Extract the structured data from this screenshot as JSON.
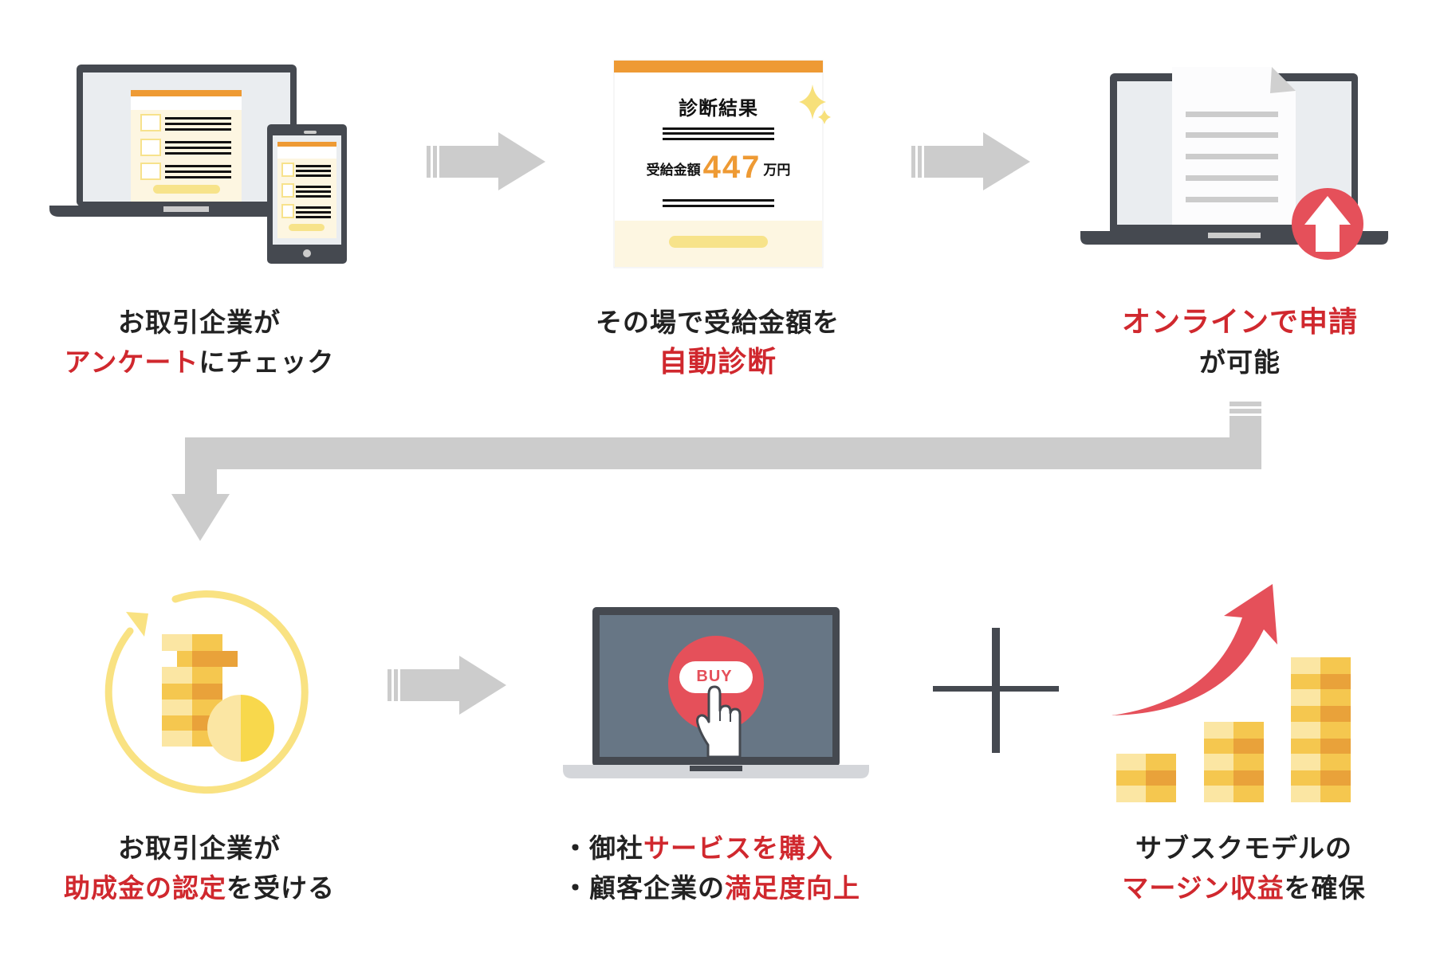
{
  "colors": {
    "accent_red": "#d0282e",
    "text_dark": "#222222",
    "arrow_gray": "#cccccc",
    "device_dark": "#454950",
    "screen_light": "#eaedf0",
    "orange": "#ee9a34",
    "yellow_light": "#fbe6a3",
    "yellow_mid": "#f5c74f",
    "yellow_dark": "#e9a23a",
    "icon_red": "#e5505a"
  },
  "steps": [
    {
      "id": "survey",
      "icon": "laptop-and-phone-survey-icon",
      "line1": [
        {
          "text": "お取引企業が",
          "highlight": false
        }
      ],
      "line2": [
        {
          "text": "アンケート",
          "highlight": true
        },
        {
          "text": "にチェック",
          "highlight": false
        }
      ]
    },
    {
      "id": "diagnosis",
      "icon": "diagnosis-result-card-icon",
      "card": {
        "title": "診断結果",
        "amount_label": "受給金額",
        "amount_value": "447",
        "amount_unit": "万円"
      },
      "line1": [
        {
          "text": "その場で受給金額を",
          "highlight": false
        }
      ],
      "line2": [
        {
          "text": "自動診断",
          "highlight": true
        }
      ]
    },
    {
      "id": "apply",
      "icon": "laptop-document-upload-icon",
      "line1": [
        {
          "text": "オンラインで申請",
          "highlight": true
        }
      ],
      "line2": [
        {
          "text": "が可能",
          "highlight": false
        }
      ]
    },
    {
      "id": "grant",
      "icon": "coins-cycle-icon",
      "line1": [
        {
          "text": "お取引企業が",
          "highlight": false
        }
      ],
      "line2": [
        {
          "text": "助成金の認定",
          "highlight": true
        },
        {
          "text": "を受ける",
          "highlight": false
        }
      ]
    },
    {
      "id": "purchase",
      "icon": "laptop-buy-button-icon",
      "buy_label": "BUY",
      "bullets": [
        [
          {
            "text": "・御社",
            "highlight": false
          },
          {
            "text": "サービスを購入",
            "highlight": true
          }
        ],
        [
          {
            "text": "・顧客企業の",
            "highlight": false
          },
          {
            "text": "満足度向上",
            "highlight": true
          }
        ]
      ]
    },
    {
      "id": "margin",
      "icon": "growing-coin-stacks-icon",
      "line1": [
        {
          "text": "サブスクモデルの",
          "highlight": false
        }
      ],
      "line2": [
        {
          "text": "マージン収益",
          "highlight": true
        },
        {
          "text": "を確保",
          "highlight": false
        }
      ]
    }
  ],
  "connectors": {
    "plus_symbol": "plus-icon",
    "arrows": [
      "arrow-right",
      "arrow-right",
      "arrow-elbow-down",
      "arrow-right"
    ]
  }
}
